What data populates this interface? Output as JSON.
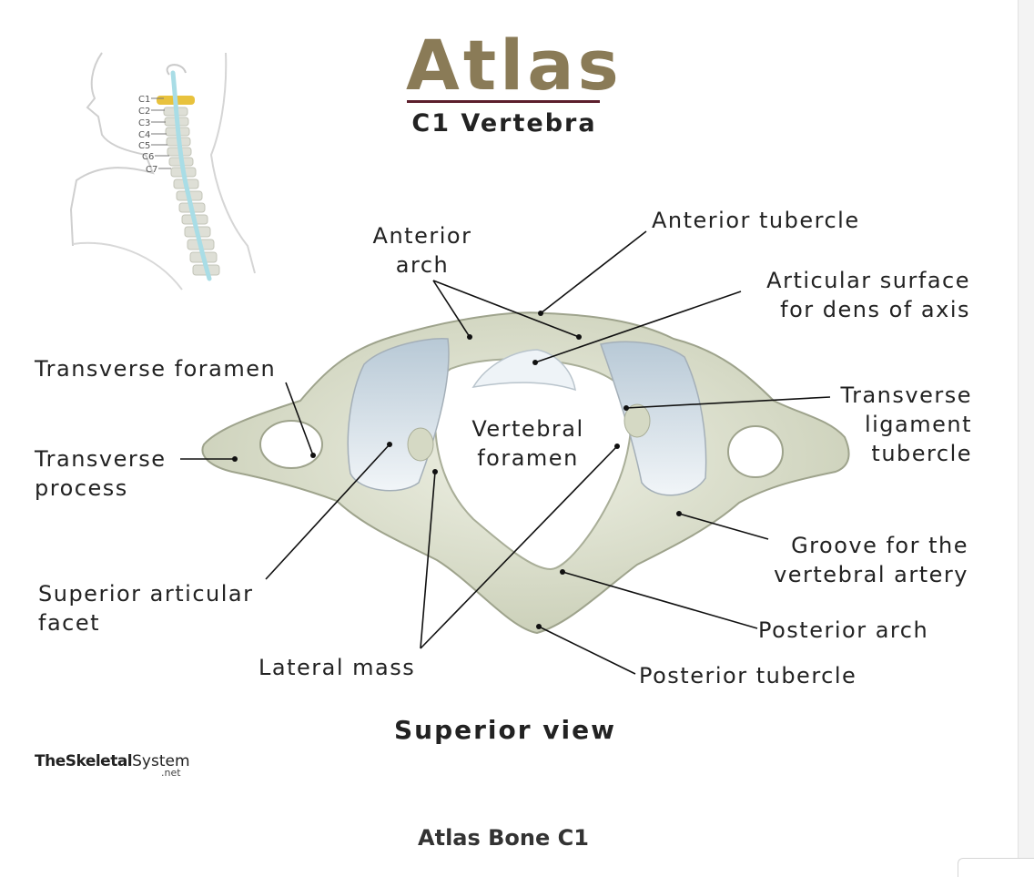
{
  "title": "Atlas",
  "subtitle": "C1 Vertebra",
  "view": "Superior view",
  "logo": {
    "name_bold": "TheSkeletal",
    "name_regular": "System",
    "suffix": ".net"
  },
  "caption": "Atlas Bone C1",
  "neck_levels": [
    "C1",
    "C2",
    "C3",
    "C4",
    "C5",
    "C6",
    "C7"
  ],
  "labels": {
    "anterior_tubercle": "Anterior tubercle",
    "anterior_arch_1": "Anterior",
    "anterior_arch_2": "arch",
    "articular_surface_1": "Articular surface",
    "articular_surface_2": "for dens of axis",
    "transverse_foramen": "Transverse foramen",
    "transverse_ligament_1": "Transverse",
    "transverse_ligament_2": "ligament",
    "transverse_ligament_3": "tubercle",
    "vertebral_foramen_1": "Vertebral",
    "vertebral_foramen_2": "foramen",
    "transverse_process_1": "Transverse",
    "transverse_process_2": "process",
    "groove_1": "Groove for the",
    "groove_2": "vertebral artery",
    "superior_facet_1": "Superior articular",
    "superior_facet_2": "facet",
    "posterior_arch": "Posterior arch",
    "lateral_mass": "Lateral mass",
    "posterior_tubercle": "Posterior tubercle"
  },
  "colors": {
    "title": "#8a7b57",
    "title_rule": "#5c1f2c",
    "bone": "#dfe2d2",
    "facet": "#d6e2ec",
    "spinal_cord": "#a9dde6",
    "c1_highlight": "#e8c23d"
  }
}
